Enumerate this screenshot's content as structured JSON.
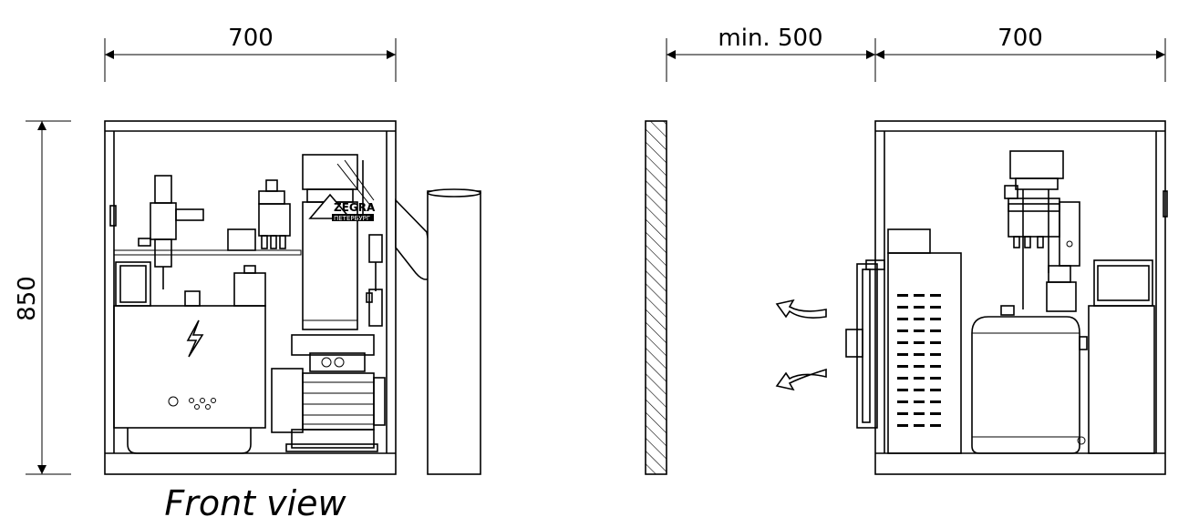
{
  "dimensions": {
    "front_width": "700",
    "front_height": "850",
    "side_clearance": "min. 500",
    "side_width": "700"
  },
  "caption": "Front view",
  "logo": {
    "brand": "ZEGRA",
    "sub": "ПЕТЕРБУРГ"
  },
  "icons": [
    "high-voltage-icon",
    "airflow-arrow-icon"
  ]
}
